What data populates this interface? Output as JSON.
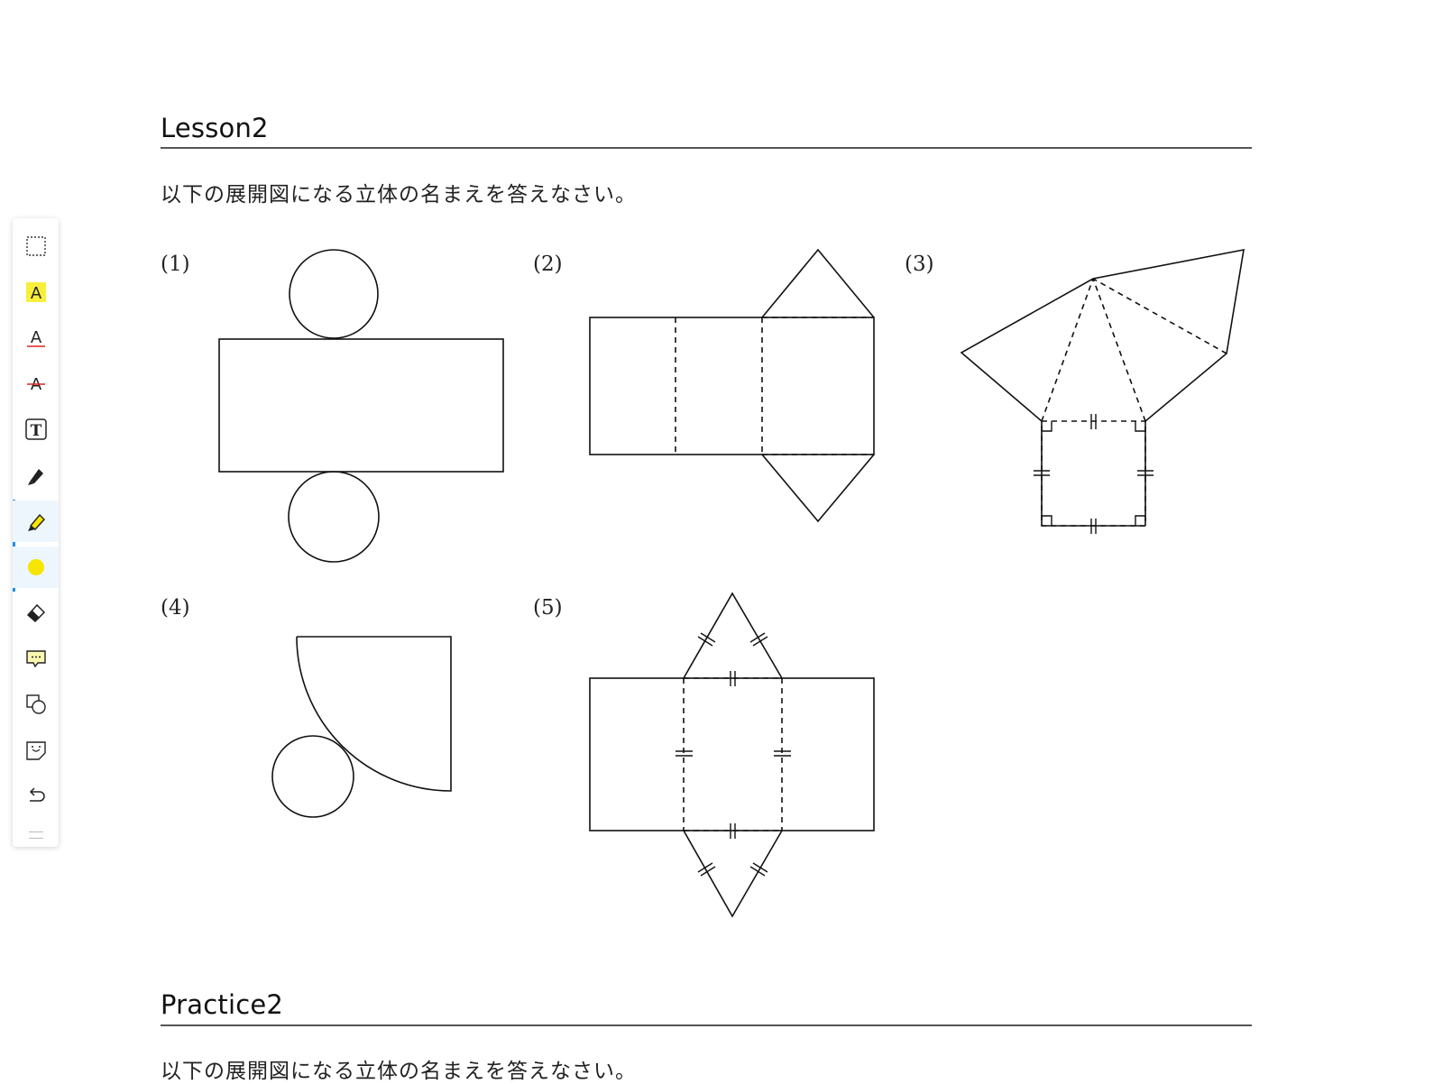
{
  "lesson": {
    "title": "Lesson2",
    "instruction": "以下の展開図になる立体の名まえを答えなさい。",
    "problems": [
      {
        "number": "(1)"
      },
      {
        "number": "(2)"
      },
      {
        "number": "(3)"
      },
      {
        "number": "(4)"
      },
      {
        "number": "(5)"
      }
    ]
  },
  "practice": {
    "title": "Practice2",
    "instruction": "以下の展開図になる立体の名まえを答えなさい。"
  },
  "toolbar": {
    "tools": [
      {
        "name": "select-area",
        "icon": "dotted-rectangle-icon"
      },
      {
        "name": "highlight-text",
        "icon": "highlight-text-icon"
      },
      {
        "name": "underline-text",
        "icon": "underline-text-icon"
      },
      {
        "name": "strikethrough-text",
        "icon": "strikethrough-text-icon"
      },
      {
        "name": "text-box",
        "icon": "text-box-icon"
      },
      {
        "name": "pen",
        "icon": "pen-icon"
      },
      {
        "name": "highlighter",
        "icon": "highlighter-icon",
        "active": true
      },
      {
        "name": "color",
        "icon": "color-dot-icon",
        "value": "#f5e500"
      },
      {
        "name": "eraser",
        "icon": "eraser-icon"
      },
      {
        "name": "comment",
        "icon": "comment-icon"
      },
      {
        "name": "shapes",
        "icon": "shapes-icon"
      },
      {
        "name": "sticker",
        "icon": "sticker-icon"
      },
      {
        "name": "undo",
        "icon": "undo-icon"
      }
    ],
    "accent_color": "#1e90e6",
    "highlight_color": "#f5e500"
  }
}
